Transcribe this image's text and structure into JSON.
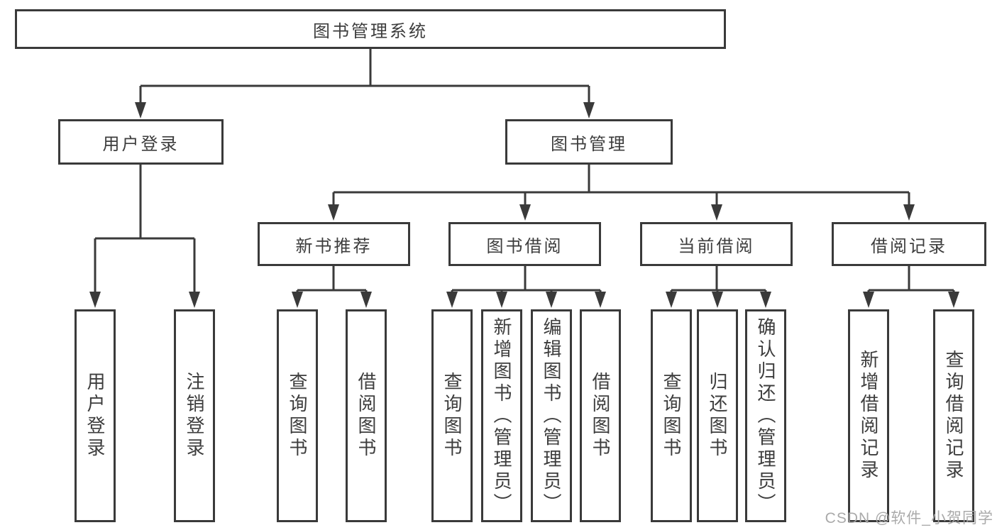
{
  "diagram": {
    "root": "图书管理系统",
    "level2": [
      "用户登录",
      "图书管理"
    ],
    "level3": [
      "新书推荐",
      "图书借阅",
      "当前借阅",
      "借阅记录"
    ],
    "leaves": {
      "user_login": [
        "用户登录",
        "注销登录"
      ],
      "new_book_recommend": [
        "查询图书",
        "借阅图书"
      ],
      "book_borrowing": [
        "查询图书",
        "新增图书（管理员）",
        "编辑图书（管理员）",
        "借阅图书"
      ],
      "current_borrowing": [
        "查询图书",
        "归还图书",
        "确认归还（管理员）"
      ],
      "borrowing_records": [
        "新增借阅记录",
        "查询借阅记录"
      ]
    }
  },
  "watermark": {
    "text": "CSDN @软件_小贺同学"
  },
  "colors": {
    "line": "#3a3a3a",
    "text": "#3d3d3d",
    "watermark": "#a5a5a5",
    "background": "#ffffff"
  }
}
